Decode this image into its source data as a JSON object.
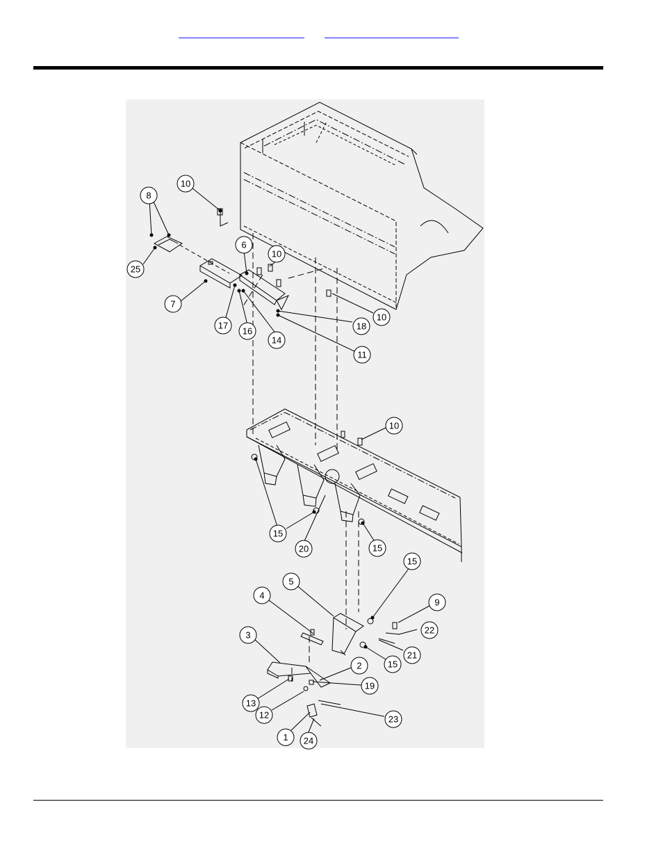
{
  "header": {
    "links": [
      {
        "label": ""
      },
      {
        "label": ""
      }
    ]
  },
  "diagram": {
    "callouts": [
      "10",
      "8",
      "25",
      "6",
      "10",
      "7",
      "17",
      "16",
      "14",
      "18",
      "10",
      "11",
      "10",
      "15",
      "20",
      "15",
      "15",
      "5",
      "4",
      "3",
      "9",
      "22",
      "21",
      "15",
      "2",
      "19",
      "13",
      "12",
      "23",
      "1",
      "24"
    ]
  },
  "colors": {
    "link": "#1a1aff",
    "rule": "#000000",
    "panel": "#f0f0f0",
    "line": "#000000"
  }
}
